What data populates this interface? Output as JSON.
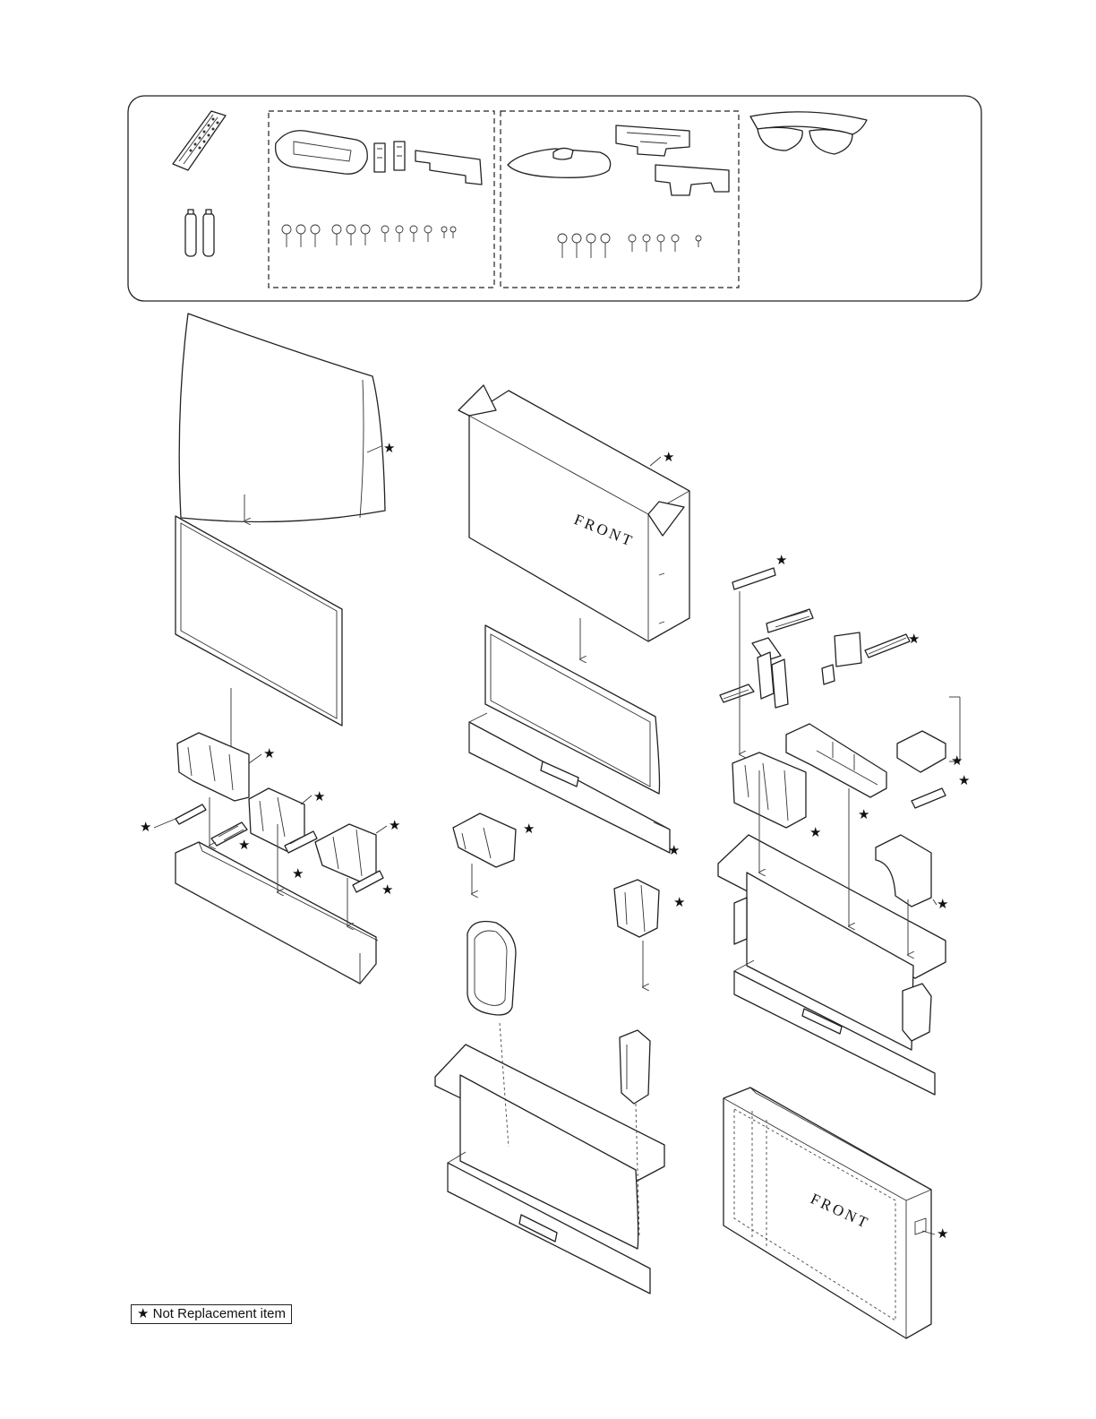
{
  "labels": {
    "front_carton": "FRONT",
    "front_packed": "FRONT",
    "star": "★"
  },
  "legend": {
    "text": "★ Not Replacement item"
  }
}
